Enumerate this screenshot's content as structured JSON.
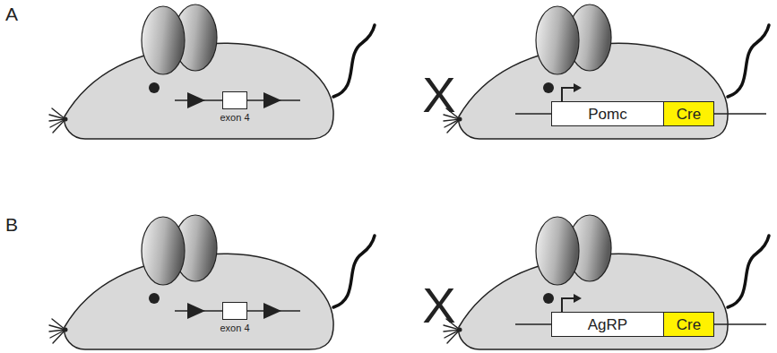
{
  "diagram": {
    "nodes": [
      {
        "text": [
          "exon 4"
        ]
      },
      {
        "text": [
          "Pomc"
        ]
      },
      {
        "text": [
          "Cre"
        ]
      },
      {
        "text": [
          "exon 4"
        ]
      },
      {
        "text": [
          "AgRP"
        ]
      },
      {
        "text": [
          "Cre"
        ]
      }
    ],
    "labels": [
      "A",
      "X",
      "B",
      "X"
    ]
  }
}
